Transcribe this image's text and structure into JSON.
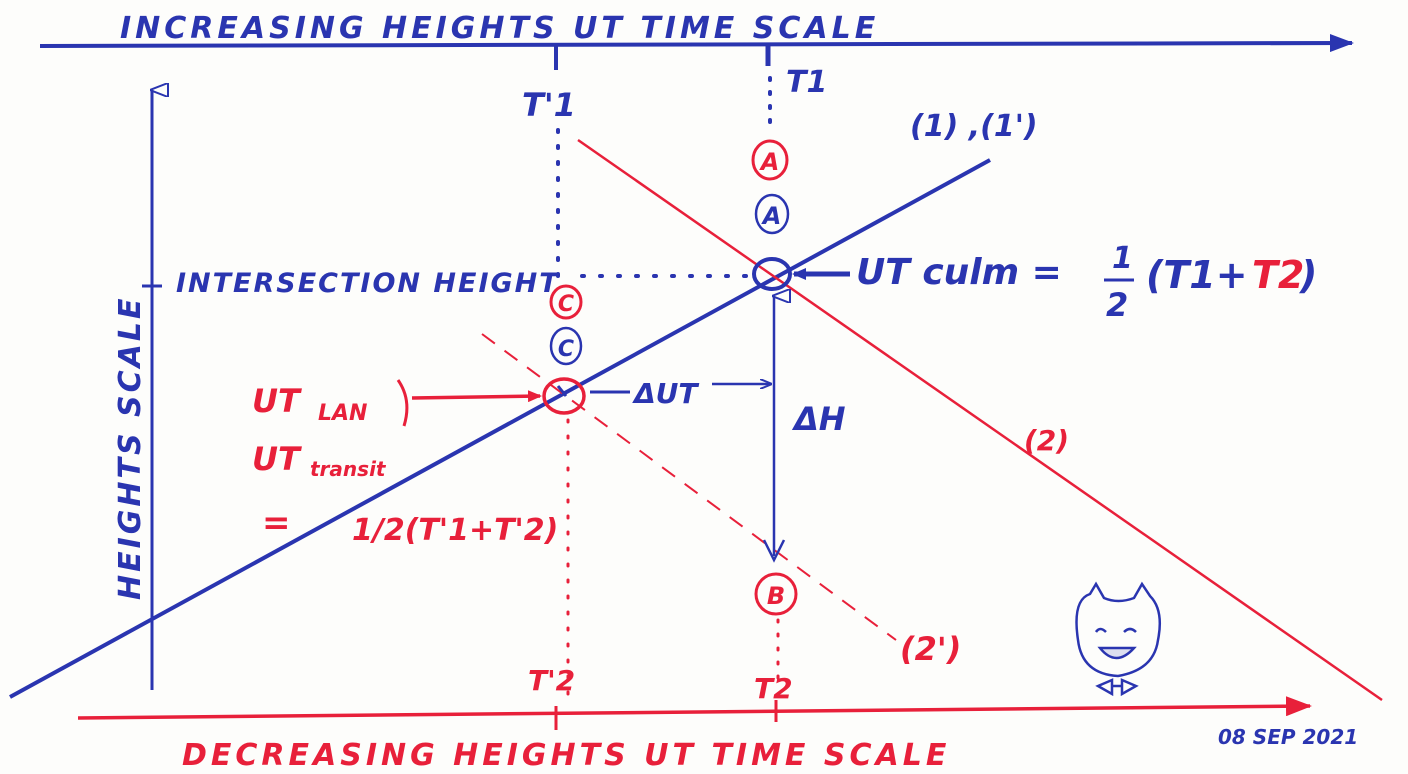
{
  "colors": {
    "blue": "#2a35b0",
    "red": "#e8203a"
  },
  "top_axis": {
    "label": "INCREASING HEIGHTS   UT TIME SCALE"
  },
  "bottom_axis": {
    "label": "DECREASING HEIGHTS   UT TIME SCALE"
  },
  "vertical_axis": {
    "label": "HEIGHTS SCALE"
  },
  "ticks": {
    "t1_prime": "T'1",
    "t1": "T1",
    "t2_prime": "T'2",
    "t2": "T2"
  },
  "lines": {
    "line1": "(1) ,(1')",
    "line2": "(2)",
    "line2_prime": "(2')"
  },
  "points": {
    "a_red": "A",
    "a_blue": "A",
    "c_red": "C",
    "c_blue": "C",
    "b_red": "B"
  },
  "labels": {
    "intersection_height": "INTERSECTION HEIGHT",
    "ut_culm_left": "UT culm = ",
    "one": "1",
    "two": "2",
    "paren_open": "(T1+ ",
    "t2_red": "T2",
    "paren_close": ")",
    "delta_ut": "ΔUT",
    "delta_h": "ΔH",
    "ut_lan": "UT",
    "lan_sub": "LAN",
    "ut_transit": "UT",
    "transit_sub": "transit",
    "equals": "=",
    "half_formula": "1/2(T'1+T'2)",
    "date": "08 SEP 2021"
  },
  "icons": [
    "smiley-creature-icon"
  ]
}
